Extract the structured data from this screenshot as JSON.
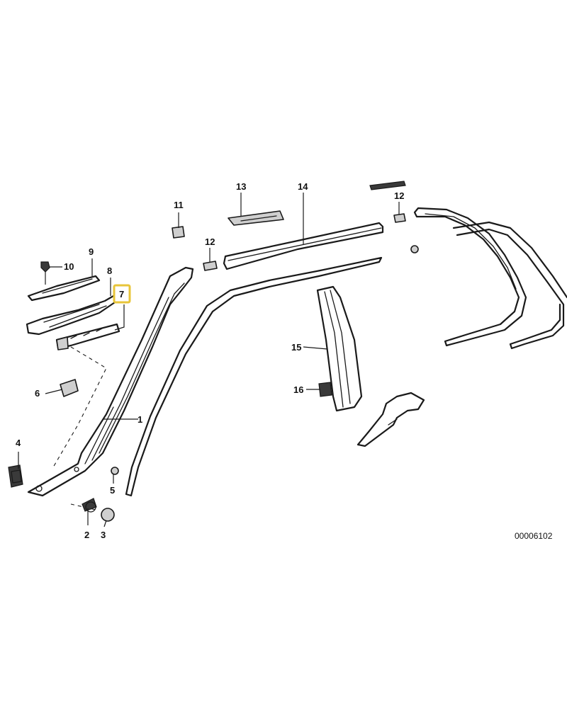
{
  "diagram": {
    "document_number": "00006102",
    "highlighted_part": "7",
    "highlight_color": "#e8c53a",
    "callouts": [
      "1",
      "2",
      "3",
      "4",
      "5",
      "6",
      "7",
      "8",
      "9",
      "10",
      "11",
      "12",
      "12",
      "13",
      "14",
      "15",
      "16"
    ]
  }
}
